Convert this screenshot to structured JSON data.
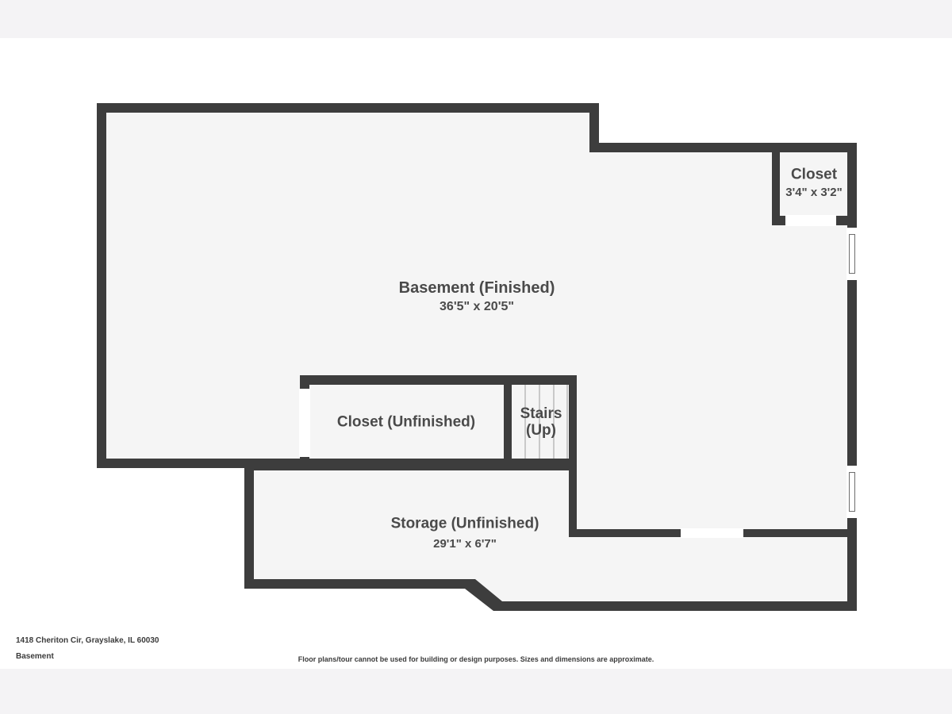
{
  "colors": {
    "wall": "#3d3d3d",
    "floor": "#f5f5f5",
    "label": "#4a4a4a",
    "stair_line": "#c9c9c9",
    "band": "#f4f3f5",
    "background": "#ffffff",
    "footer_text": "#3b3b3b"
  },
  "floorplan": {
    "rooms": {
      "basement": {
        "label": "Basement (Finished)",
        "dims": "36'5\" x 20'5\""
      },
      "small_closet": {
        "label": "Closet",
        "dims": "3'4\" x 3'2\""
      },
      "closet_unfinished": {
        "label": "Closet (Unfinished)"
      },
      "stairs": {
        "label": "Stairs",
        "sublabel": "(Up)"
      },
      "storage": {
        "label": "Storage (Unfinished)",
        "dims": "29'1\" x 6'7\""
      }
    }
  },
  "footer": {
    "address": "1418 Cheriton Cir, Grayslake, IL 60030",
    "floor_name": "Basement",
    "disclaimer": "Floor plans/tour cannot be used for building or design purposes. Sizes and dimensions are approximate."
  }
}
